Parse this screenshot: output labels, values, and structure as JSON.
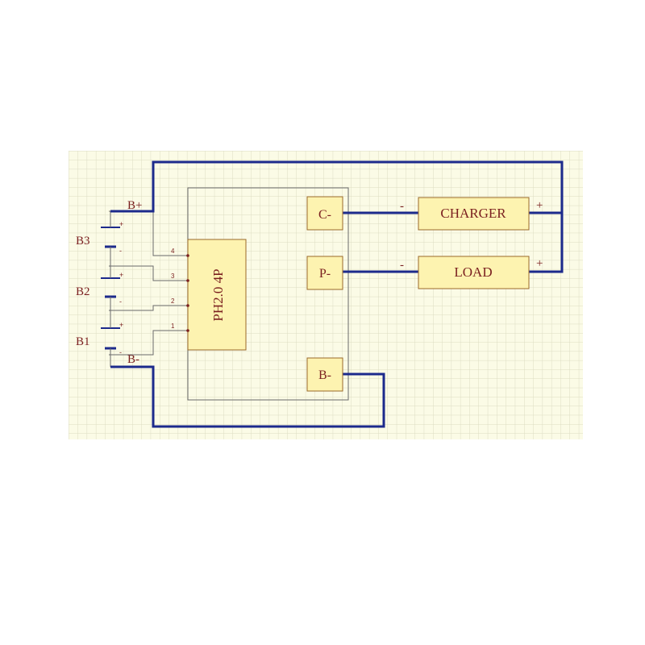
{
  "colors": {
    "grid_bg": "#fbfbe6",
    "grid_line": "#dcdcc2",
    "wire": "#1c2a8c",
    "block_fill": "#fdf3b0",
    "label_text": "#7a1f1f"
  },
  "connector": {
    "label": "PH2.0 4P",
    "pins": [
      "4",
      "3",
      "2",
      "1"
    ]
  },
  "batteries": [
    {
      "label": "B3",
      "plus": "+",
      "minus": "-"
    },
    {
      "label": "B2",
      "plus": "+",
      "minus": "-"
    },
    {
      "label": "B1",
      "plus": "+",
      "minus": "-"
    }
  ],
  "terminals": {
    "b_plus": "B+",
    "b_minus": "B-"
  },
  "pcb_pads": {
    "c_minus": "C-",
    "p_minus": "P-",
    "b_minus": "B-"
  },
  "charger": {
    "label": "CHARGER",
    "neg": "-",
    "pos": "+"
  },
  "load": {
    "label": "LOAD",
    "neg": "-",
    "pos": "+"
  }
}
